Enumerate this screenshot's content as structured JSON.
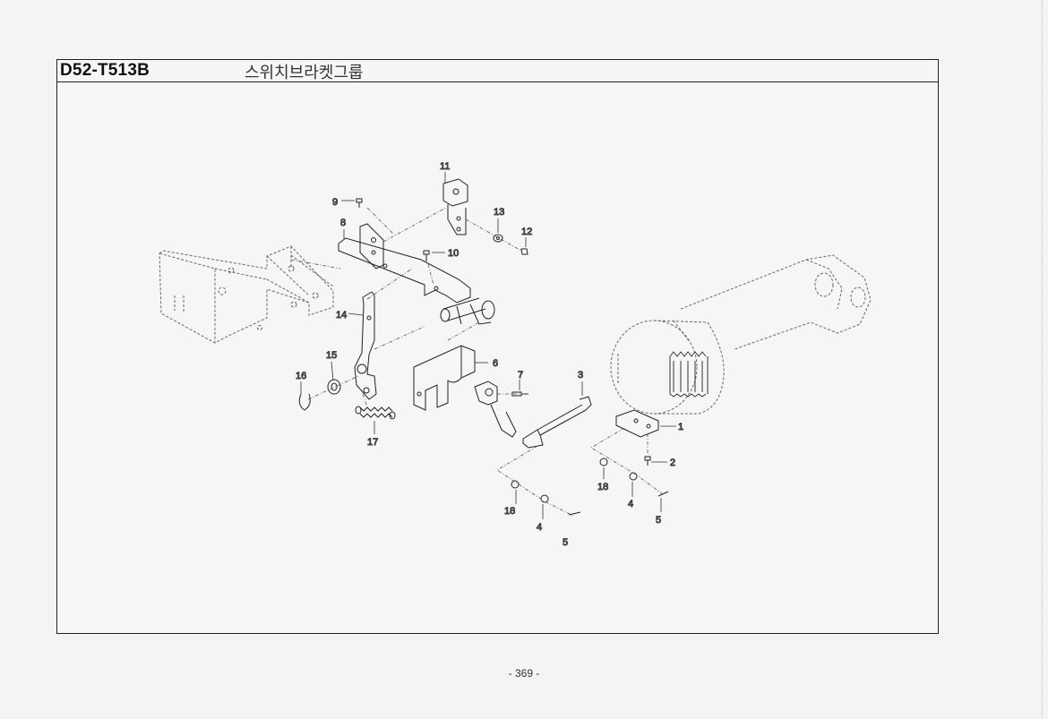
{
  "header": {
    "code": "D52-T513B",
    "title": "스위치브라켓그룹"
  },
  "callouts": {
    "p1": "1",
    "p2": "2",
    "p3": "3",
    "p4a": "4",
    "p4b": "4",
    "p5a": "5",
    "p5b": "5",
    "p6": "6",
    "p7": "7",
    "p8": "8",
    "p9": "9",
    "p10": "10",
    "p11": "11",
    "p12": "12",
    "p13": "13",
    "p14": "14",
    "p15": "15",
    "p16": "16",
    "p17": "17",
    "p18a": "18",
    "p18b": "18"
  },
  "footer": {
    "page_number": "- 369 -"
  }
}
